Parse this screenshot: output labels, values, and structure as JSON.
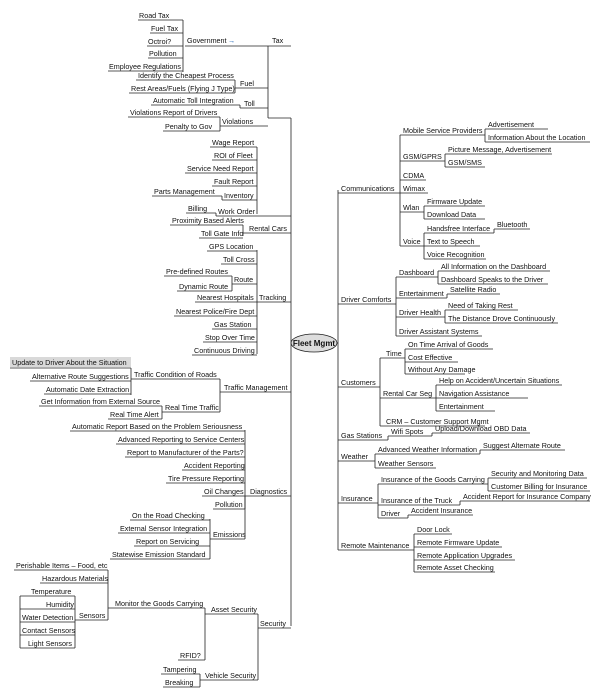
{
  "center": "Fleet Mgmt",
  "left": [
    {
      "label": "Tax",
      "children": [
        {
          "label": "Government",
          "arrow": true,
          "children": [
            "Road Tax",
            "Fuel Tax",
            "Octroi?",
            "Pollution",
            "Employee Regulations"
          ]
        }
      ]
    },
    {
      "label": "Fuel",
      "children": [
        "Identify the Cheapest Process",
        "Rest Areas/Fuels (Flying J Type)"
      ]
    },
    {
      "label": "Toll",
      "children": [
        "Automatic Toll Integration"
      ]
    },
    {
      "label": "Violations",
      "children": [
        "Violations Report of Drivers",
        "Penalty to Gov"
      ]
    },
    {
      "label": "Work Order",
      "children": [
        "Wage Report",
        "ROI of Fleet",
        "Service Need Report",
        "Fault Report",
        {
          "label": "Inventory",
          "children": [
            "Parts Management"
          ]
        },
        "Billing"
      ]
    },
    {
      "label": "Rental Cars",
      "children": [
        "Proximity Based Alerts",
        "Toll Gate Info"
      ]
    },
    {
      "label": "Tracking",
      "children": [
        "GPS Location",
        "Toll Cross",
        {
          "label": "Route",
          "children": [
            "Pre-defined Routes",
            "Dynamic Route"
          ]
        },
        "Nearest Hospitals",
        "Nearest Police/Fire Dept",
        "Gas Station",
        "Stop Over Time",
        "Continuous Driving"
      ]
    },
    {
      "label": "Traffic Management",
      "children": [
        {
          "label": "Traffic Condition of Roads",
          "children": [
            "Update to Driver About the Situation",
            "Alternative Route Suggestions",
            "Automatic Date Extraction"
          ]
        },
        {
          "label": "Real Time Traffic",
          "children": [
            "Get Information from External Source",
            "Real Time Alert"
          ]
        }
      ]
    },
    {
      "label": "Diagnostics",
      "children": [
        "Automatic Report Based on the Problem Seriousness",
        "Advanced Reporting to Service Centers",
        "Report to Manufacturer of the Parts?",
        "Accident Reporting",
        "Tire Pressure Reporting",
        "Oil Changes",
        "Pollution",
        {
          "label": "Emissions",
          "children": [
            "On the Road Checking",
            "External Sensor Integration",
            "Report on Servicing",
            "Statewise Emission Standard"
          ]
        }
      ]
    },
    {
      "label": "Security",
      "children": [
        {
          "label": "Asset Security",
          "children": [
            {
              "label": "Monitor the Goods Carrying",
              "children": [
                "Perishable Items – Food, etc",
                "Hazardous Materials",
                {
                  "label": "Sensors",
                  "children": [
                    "Temperature",
                    "Humidity",
                    "Water Detection",
                    "Contact Sensors",
                    "Light Sensors"
                  ]
                }
              ]
            },
            "RFID?"
          ]
        },
        {
          "label": "Vehicle Security",
          "children": [
            "Tampering",
            "Breaking"
          ]
        }
      ]
    }
  ],
  "right": [
    {
      "label": "Communications",
      "children": [
        {
          "label": "Mobile Service Providers",
          "children": [
            "Advertisement",
            "Information About the Location"
          ]
        },
        {
          "label": "GSM/GPRS",
          "children": [
            "Picture Message, Advertisement",
            "GSM/SMS"
          ]
        },
        "CDMA",
        "Wimax",
        {
          "label": "Wlan",
          "children": [
            "Firmware Update",
            "Download Data"
          ]
        },
        {
          "label": "Voice",
          "children": [
            {
              "label": "Handsfree Interface",
              "children": [
                "Bluetooth"
              ]
            },
            "Text to Speech",
            "Voice Recognition"
          ]
        }
      ]
    },
    {
      "label": "Driver Comforts",
      "children": [
        {
          "label": "Dashboard",
          "children": [
            "All Information on the Dashboard",
            "Dashboard Speaks to the Driver"
          ]
        },
        {
          "label": "Entertainment",
          "children": [
            "Satellite Radio"
          ]
        },
        {
          "label": "Driver Health",
          "children": [
            "Need of Taking Rest",
            "The Distance Drove Continuously"
          ]
        },
        "Driver Assistant Systems"
      ]
    },
    {
      "label": "Customers",
      "children": [
        {
          "label": "Time",
          "children": [
            "On Time Arrival of Goods",
            "Cost Effective",
            "Without Any Damage"
          ]
        },
        {
          "label": "Rental Car Seg",
          "children": [
            "Help on Accident/Uncertain Situations",
            "Navigation Assistance",
            "Entertainment"
          ]
        },
        "CRM – Customer Support Mgmt"
      ]
    },
    {
      "label": "Gas Stations",
      "children": [
        {
          "label": "Wifi Spots",
          "children": [
            "Upload/Download OBD Data"
          ]
        }
      ]
    },
    {
      "label": "Weather",
      "children": [
        {
          "label": "Advanced Weather Information",
          "children": [
            "Suggest Alternate Route"
          ]
        },
        "Weather Sensors"
      ]
    },
    {
      "label": "Insurance",
      "children": [
        {
          "label": "Insurance of the Goods Carrying",
          "children": [
            "Security and Monitoring Data",
            "Customer Billing for Insurance"
          ]
        },
        {
          "label": "Insurance of the Truck",
          "children": [
            "Accident Report for Insurance Company"
          ]
        },
        {
          "label": "Driver",
          "children": [
            "Accident Insurance"
          ]
        }
      ]
    },
    {
      "label": "Remote Maintenance",
      "children": [
        "Door Lock",
        "Remote Firmware Update",
        "Remote Application Upgrades",
        "Remote Asset Checking"
      ]
    }
  ]
}
